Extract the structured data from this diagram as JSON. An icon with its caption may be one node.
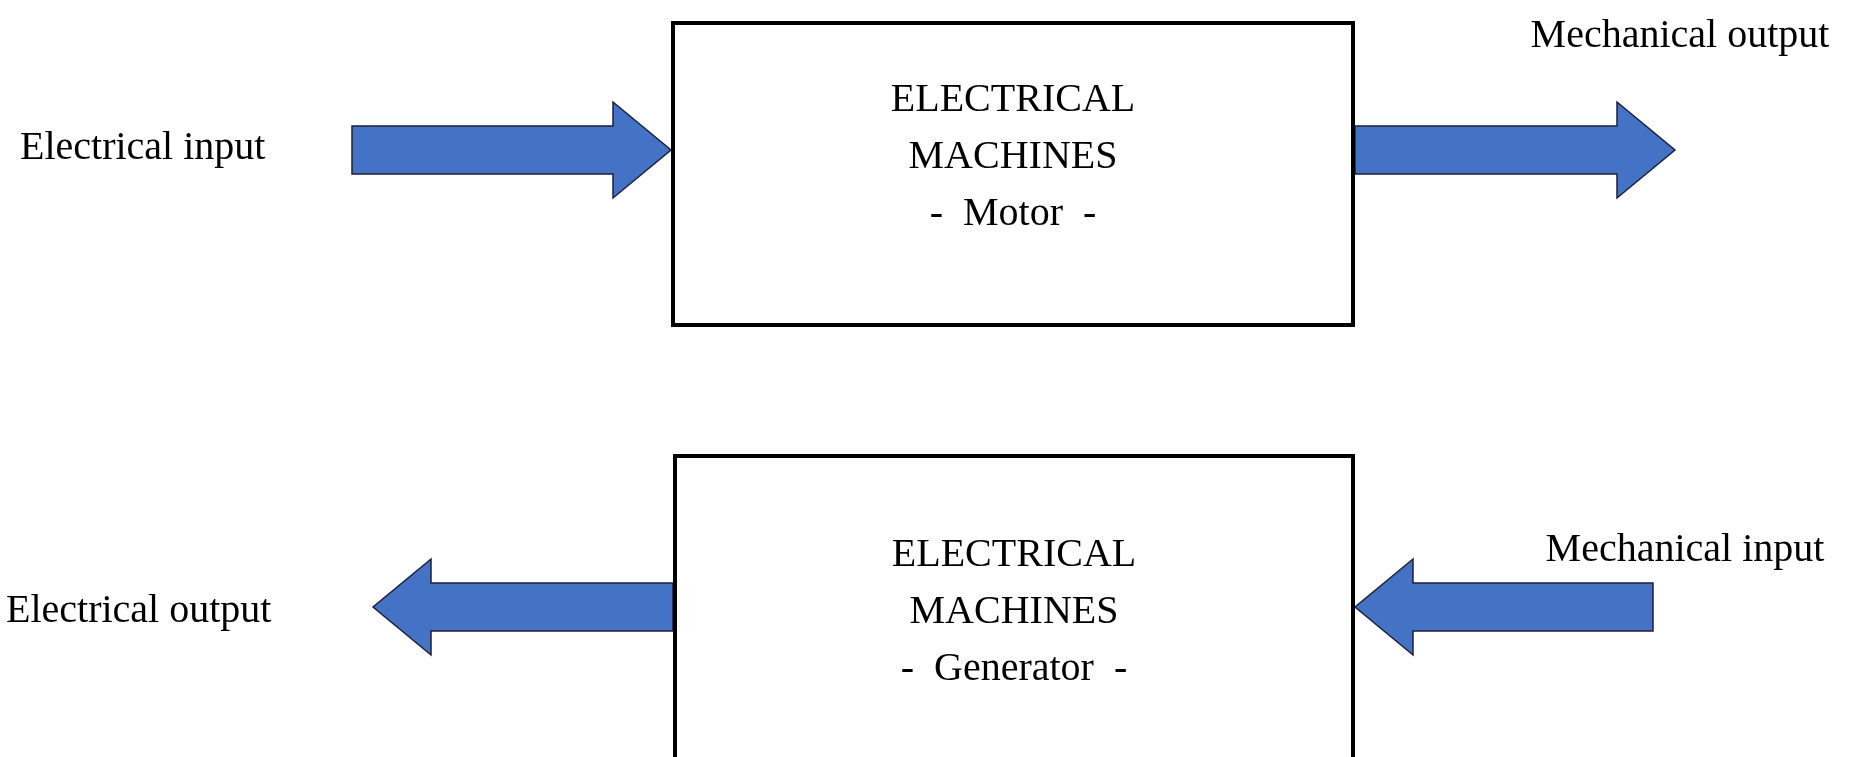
{
  "diagram": {
    "nodes": [
      {
        "text": [
          "Electrical input"
        ]
      },
      {
        "text": [
          "ELECTRICAL MACHINES",
          "- Motor -"
        ]
      },
      {
        "text": [
          "Mechanical output"
        ]
      },
      {
        "text": [
          "Electrical output"
        ]
      },
      {
        "text": [
          "ELECTRICAL MACHINES",
          "- Generator -"
        ]
      },
      {
        "text": [
          "Mechanical input"
        ]
      }
    ],
    "edges": [
      {
        "from": 0,
        "to": 1,
        "arrow": "to"
      },
      {
        "from": 1,
        "to": 2,
        "arrow": "to"
      },
      {
        "from": 5,
        "to": 4,
        "arrow": "to"
      },
      {
        "from": 4,
        "to": 3,
        "arrow": "to"
      }
    ]
  }
}
